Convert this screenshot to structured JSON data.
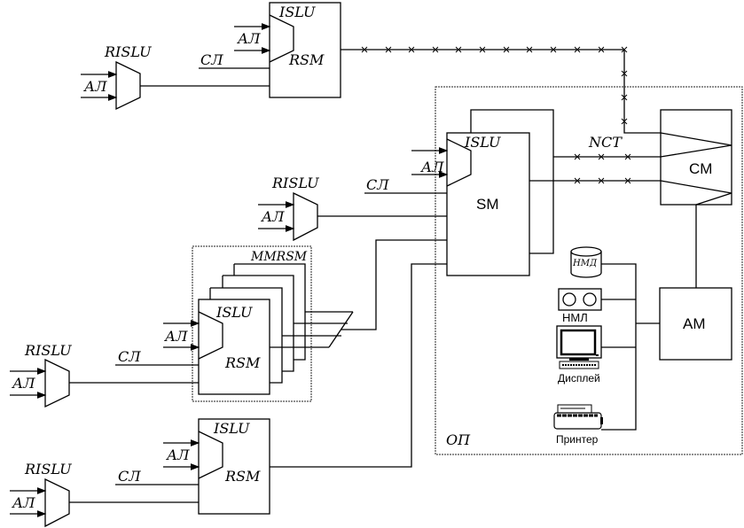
{
  "labels": {
    "islu": "ISLU",
    "risluLabel": "RISLU",
    "rsm": "RSM",
    "sm": "SM",
    "cm": "CM",
    "am": "AM",
    "al": "АЛ",
    "sl": "СЛ",
    "nct": "NCT",
    "mmrsm": "MMRSM",
    "op": "ОП",
    "nmd": "НМД",
    "nml": "НМЛ",
    "display": "Дисплей",
    "printer": "Принтер"
  },
  "colors": {
    "line": "#000000",
    "background": "#ffffff"
  }
}
